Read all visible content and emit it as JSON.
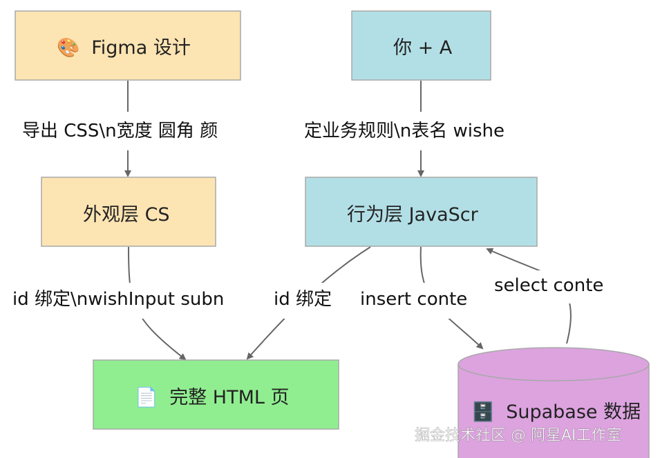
{
  "colors": {
    "design_fill": "#fde4b3",
    "behavior_fill": "#b2dfe5",
    "output_fill": "#90ee90",
    "db_fill": "#dca3df",
    "node_stroke": "#a8a8a8",
    "edge": "#666666"
  },
  "nodes": {
    "figma": {
      "icon": "🎨",
      "label": "Figma 设计"
    },
    "you_ai": {
      "label": "你 + A"
    },
    "css": {
      "label": "外观层 CS"
    },
    "js": {
      "label": "行为层 JavaScr"
    },
    "html": {
      "icon": "📄",
      "label": "完整 HTML 页"
    },
    "db": {
      "icon": "🗄️",
      "label": "Supabase 数据"
    }
  },
  "edges": {
    "figma_to_css": "导出 CSS\\n宽度 圆角 颜",
    "ai_to_js": "定业务规则\\n表名 wishe",
    "css_to_html": "id 绑定\\nwishInput subn",
    "js_to_html": "id 绑定",
    "js_to_db": "insert conte",
    "db_to_js": "select conte"
  },
  "watermark": "掘金技术社区 @ 阿星AI工作室"
}
